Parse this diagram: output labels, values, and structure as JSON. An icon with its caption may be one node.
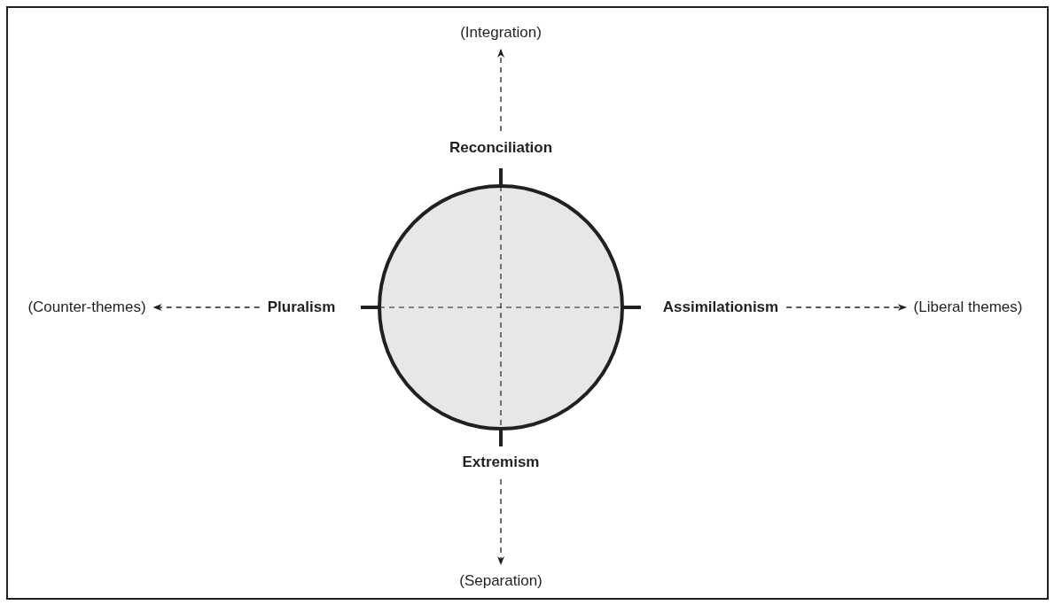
{
  "diagram": {
    "nodes": [
      {
        "text": [
          "(Integration)"
        ]
      },
      {
        "text": [
          "Reconciliation"
        ]
      },
      {
        "text": [
          "(Counter-themes)"
        ]
      },
      {
        "text": [
          "Pluralism"
        ]
      },
      {
        "text": [
          "Assimilationism"
        ]
      },
      {
        "text": [
          "(Liberal themes)"
        ]
      },
      {
        "text": [
          "Extremism"
        ]
      },
      {
        "text": [
          "(Separation)"
        ]
      }
    ],
    "edges": [
      {
        "from": 1,
        "to": 0,
        "arrow": "to",
        "style": "dashed"
      },
      {
        "from": 3,
        "to": 2,
        "arrow": "to",
        "style": "dashed"
      },
      {
        "from": 4,
        "to": 5,
        "arrow": "to",
        "style": "dashed"
      },
      {
        "from": 6,
        "to": 7,
        "arrow": "to",
        "style": "dashed"
      }
    ]
  }
}
